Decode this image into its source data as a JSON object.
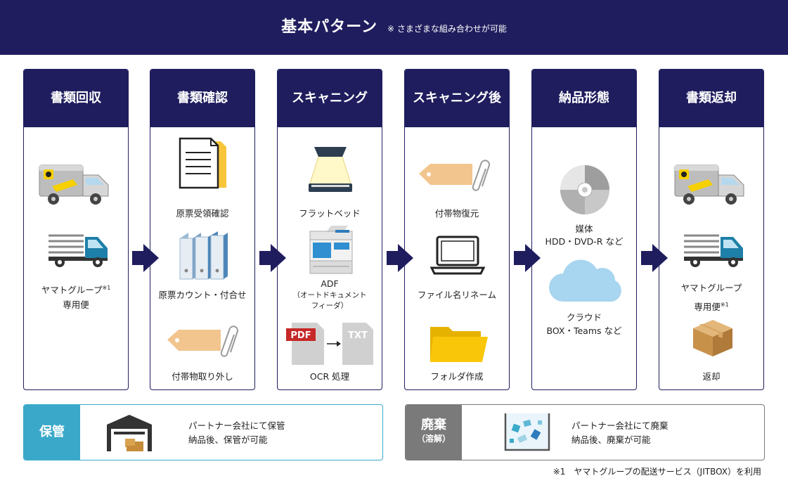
{
  "header": {
    "title": "基本パターン",
    "note": "※ さまざまな組み合わせが可能"
  },
  "columns": [
    {
      "title": "書類回収",
      "label_main": "ヤマトグループ",
      "label_sup": "※1",
      "label_line2": "専用便"
    },
    {
      "title": "書類確認",
      "items": [
        "原票受領確認",
        "原票カウント・付合せ",
        "付帯物取り外し"
      ]
    },
    {
      "title": "スキャニング",
      "items": [
        "フラットベッド",
        "ADF",
        "（オートドキュメント",
        "フィーダ）",
        "OCR 処理"
      ],
      "pdf": "PDF",
      "txt": "TXT"
    },
    {
      "title": "スキャニング後",
      "items": [
        "付帯物復元",
        "ファイル名リネーム",
        "フォルダ作成"
      ]
    },
    {
      "title": "納品形態",
      "items": [
        "媒体",
        "HDD・DVD-R など",
        "クラウド",
        "BOX・Teams など"
      ]
    },
    {
      "title": "書類返却",
      "label_main": "ヤマトグループ",
      "label_line2": "専用便",
      "label_sup": "※1",
      "return_label": "返却"
    }
  ],
  "storage": {
    "tag": "保管",
    "line1": "パートナー会社にて保管",
    "line2": "納品後、保管が可能"
  },
  "disposal": {
    "tag": "廃棄",
    "tag_sub": "（溶解）",
    "line1": "パートナー会社にて廃棄",
    "line2": "納品後、廃棄が可能"
  },
  "footnote": "※1　ヤマトグループの配送サービス（JITBOX）を利用",
  "colors": {
    "navy": "#1f1d5e",
    "teal": "#3aa9c9",
    "gray": "#7a7a7a",
    "tagfill": "#f2c58f",
    "folder": "#f9c60a",
    "cloud": "#a8d5ef"
  }
}
